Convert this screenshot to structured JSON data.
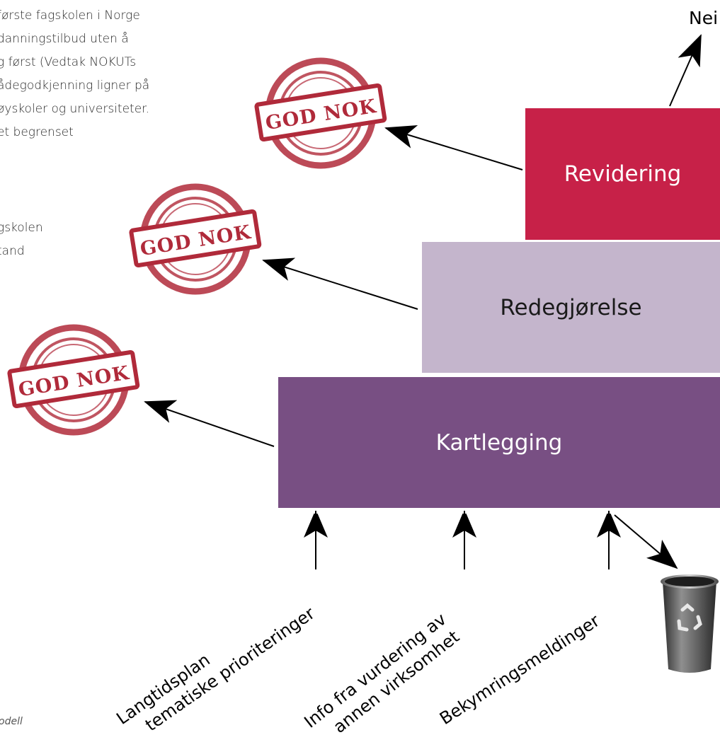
{
  "body_text_top": [
    "første fagskolen i Norge",
    "danningstilbud uten å",
    "g først (Vedtak NOKUTs",
    "ådegodkjenning ligner på",
    "øyskoler og universiteter.",
    "et begrenset"
  ],
  "body_text_middle": [
    "gskolen",
    "tand"
  ],
  "caption": "odell",
  "stages": {
    "kartlegging": "Kartlegging",
    "redegjorelse": "Redegjørelse",
    "revidering": "Revidering"
  },
  "nei_label": "Nei",
  "stamp_text": "GOD NOK",
  "inputs": {
    "langtidsplan": {
      "line1": "Langtidsplan",
      "line2": "tematiske prioriteringer"
    },
    "info": {
      "line1": "Info fra vurdering av",
      "line2": "annen virksomhet"
    },
    "bekymring": {
      "line1": "Bekymringsmeldinger"
    }
  },
  "icons": {
    "trash": "trash-can-icon",
    "recycle": "recycle-icon",
    "stamp": "stamp-seal-icon"
  },
  "colors": {
    "kartlegging": "#784f83",
    "redegjorelse": "#c4b5cc",
    "revidering": "#c72148",
    "stamp": "#b02a3a"
  }
}
